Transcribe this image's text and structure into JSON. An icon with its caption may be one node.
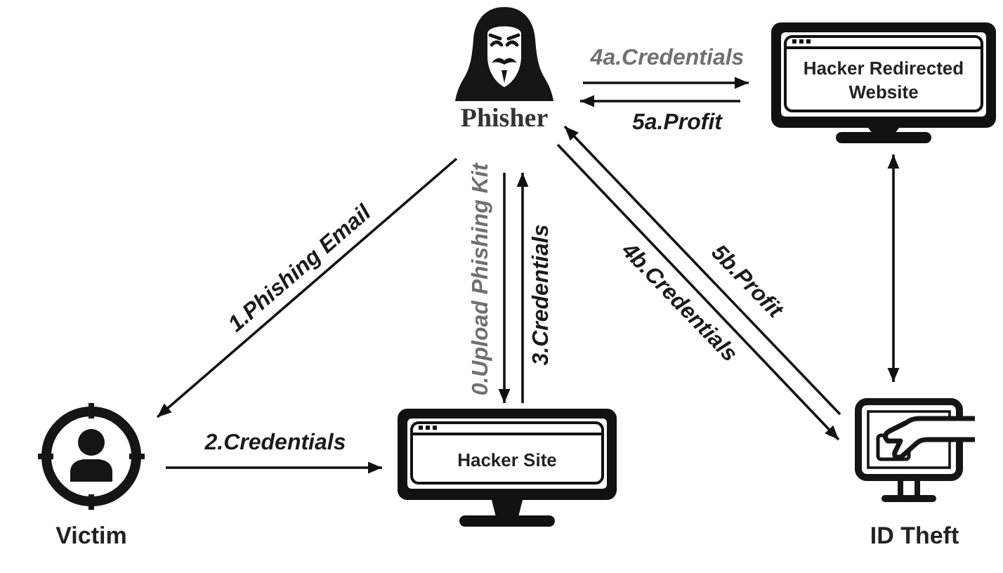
{
  "diagram": {
    "nodes": [
      {
        "text": [
          "Phisher"
        ]
      },
      {
        "text": [
          "Hacker Redirected Website"
        ]
      },
      {
        "text": [
          "Victim"
        ]
      },
      {
        "text": [
          "Hacker Site"
        ]
      },
      {
        "text": [
          "ID Theft"
        ]
      }
    ],
    "edges": [
      {
        "from": 0,
        "to": 1,
        "arrow": "to",
        "label": "4a.Credentials"
      },
      {
        "from": 1,
        "to": 0,
        "arrow": "to",
        "label": "5a.Profit"
      },
      {
        "from": 0,
        "to": 2,
        "arrow": "to",
        "label": "1.Phishing Email"
      },
      {
        "from": 0,
        "to": 3,
        "arrow": "to",
        "label": "0.Upload Phishing Kit"
      },
      {
        "from": 3,
        "to": 0,
        "arrow": "to",
        "label": "3.Credentials"
      },
      {
        "from": 2,
        "to": 3,
        "arrow": "to",
        "label": "2.Credentials"
      },
      {
        "from": 0,
        "to": 4,
        "arrow": "to",
        "label": "4b.Credentials"
      },
      {
        "from": 4,
        "to": 0,
        "arrow": "to",
        "label": "5b.Profit"
      },
      {
        "from": 1,
        "to": 4,
        "arrow": "both"
      }
    ]
  }
}
